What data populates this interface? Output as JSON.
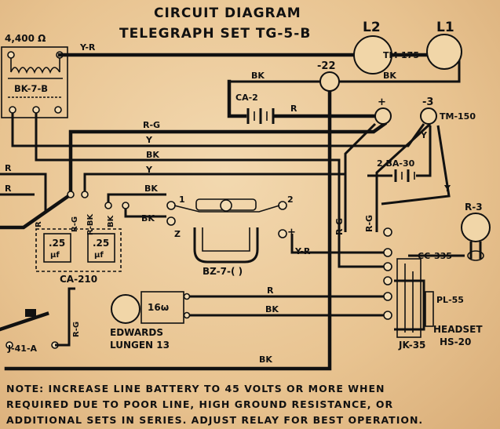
{
  "title": {
    "line1": "CIRCUIT  DIAGRAM",
    "line2": "TELEGRAPH  SET   TG-5-B"
  },
  "labels": {
    "resistance": "4,400 Ω",
    "relay": "BK-7-B",
    "l2": "L2",
    "l1": "L1",
    "tm175": "TM-175",
    "minus22": "-22",
    "ca2": "CA-2",
    "plus": "+",
    "minus3": "-3",
    "tm150": "TM-150",
    "ba30": "2  BA-30",
    "r3": "R-3",
    "cc335": "CC-335",
    "pl55": "PL-55",
    "headset1": "HEADSET",
    "headset2": "HS-20",
    "jk35": "JK-35",
    "bz7": "BZ-7-( )",
    "ca210": "CA-210",
    "cap1": ".25",
    "cap2": ".25",
    "mf": "μf",
    "ohm16": "16ω",
    "edwards1": "EDWARDS",
    "edwards2": "LUNGEN 13",
    "j41a": "J-41-A",
    "one": "1",
    "two": "2",
    "z": "Z",
    "plus2": "+"
  },
  "wires": {
    "yr": "Y-R",
    "bk": "BK",
    "r": "R",
    "rg": "R-G",
    "y": "Y",
    "rbk": "R-BK"
  },
  "note": {
    "line1": "NOTE: INCREASE  LINE BATTERY TO  45 VOLTS  OR  MORE  WHEN",
    "line2": "REQUIRED  DUE  TO  POOR  LINE,  HIGH  GROUND  RESISTANCE,  OR",
    "line3": "ADDITIONAL  SETS  IN  SERIES.   ADJUST  RELAY  FOR  BEST  OPERATION."
  }
}
